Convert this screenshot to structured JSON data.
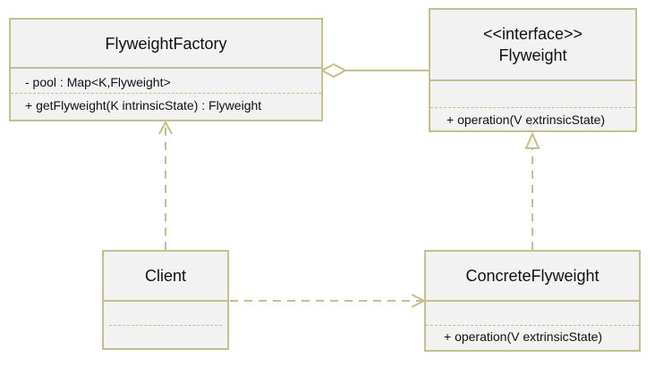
{
  "classes": {
    "flyweight_factory": {
      "name": "FlyweightFactory",
      "attributes": [
        "- pool : Map<K,Flyweight>"
      ],
      "operations": [
        "+ getFlyweight(K intrinsicState) : Flyweight"
      ]
    },
    "flyweight": {
      "stereotype": "<<interface>>",
      "name": "Flyweight",
      "attributes": [],
      "operations": [
        "+ operation(V extrinsicState)"
      ]
    },
    "client": {
      "name": "Client",
      "attributes": [],
      "operations": []
    },
    "concrete_flyweight": {
      "name": "ConcreteFlyweight",
      "attributes": [],
      "operations": [
        "+ operation(V extrinsicState)"
      ]
    }
  },
  "relations": [
    {
      "from": "FlyweightFactory",
      "to": "Flyweight",
      "type": "aggregation"
    },
    {
      "from": "Client",
      "to": "FlyweightFactory",
      "type": "dependency"
    },
    {
      "from": "Client",
      "to": "ConcreteFlyweight",
      "type": "dependency"
    },
    {
      "from": "ConcreteFlyweight",
      "to": "Flyweight",
      "type": "realization"
    }
  ],
  "colors": {
    "border": "#c3bf8e",
    "fill": "#f2f2f2",
    "text": "#111111"
  }
}
